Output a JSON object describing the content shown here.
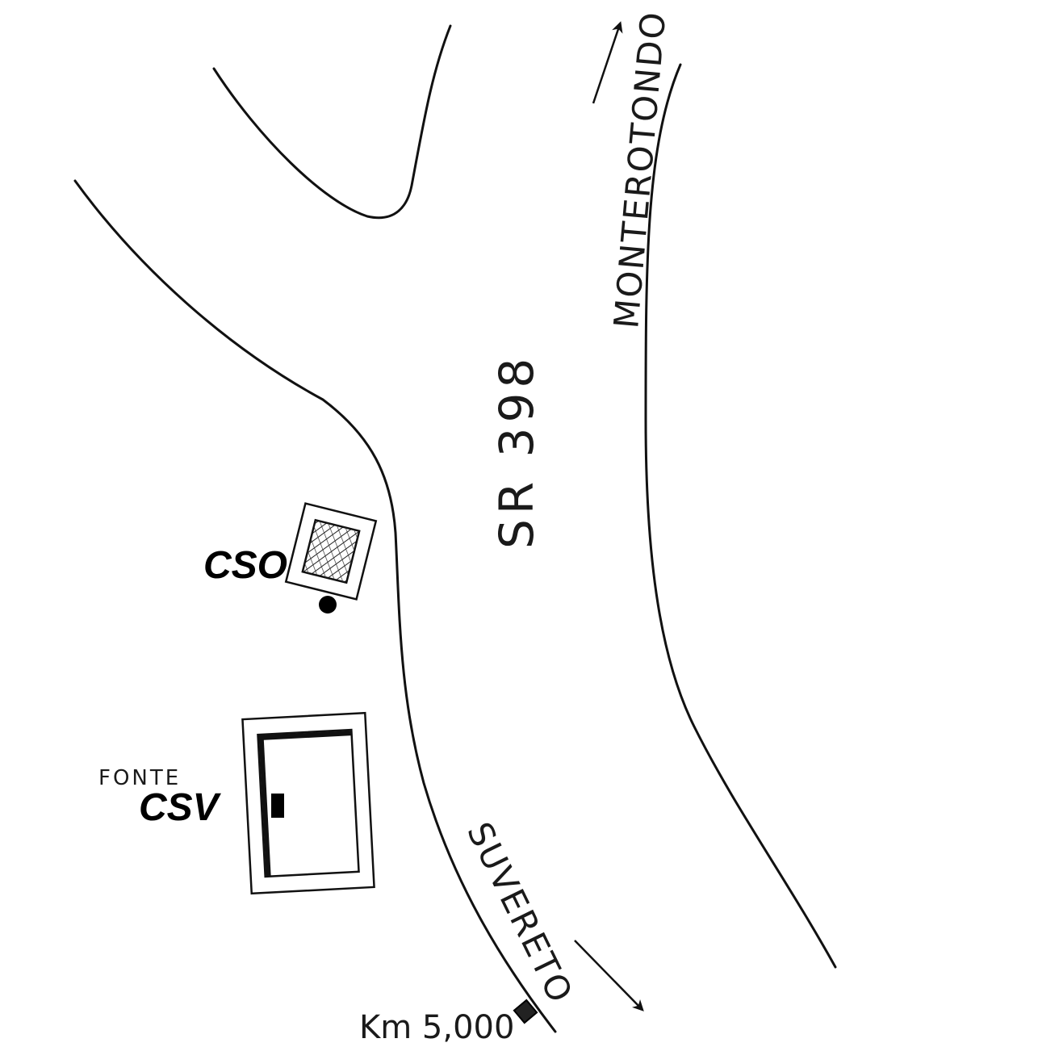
{
  "map": {
    "road_name": "SR 398",
    "direction_north": "MONTEROTONDO",
    "direction_south": "SUVERETO",
    "site_cso": "CSO",
    "site_csv_prefix": "FONTE",
    "site_csv": "CSV",
    "km_marker": "Km 5,000",
    "ink_color": "#111111"
  }
}
